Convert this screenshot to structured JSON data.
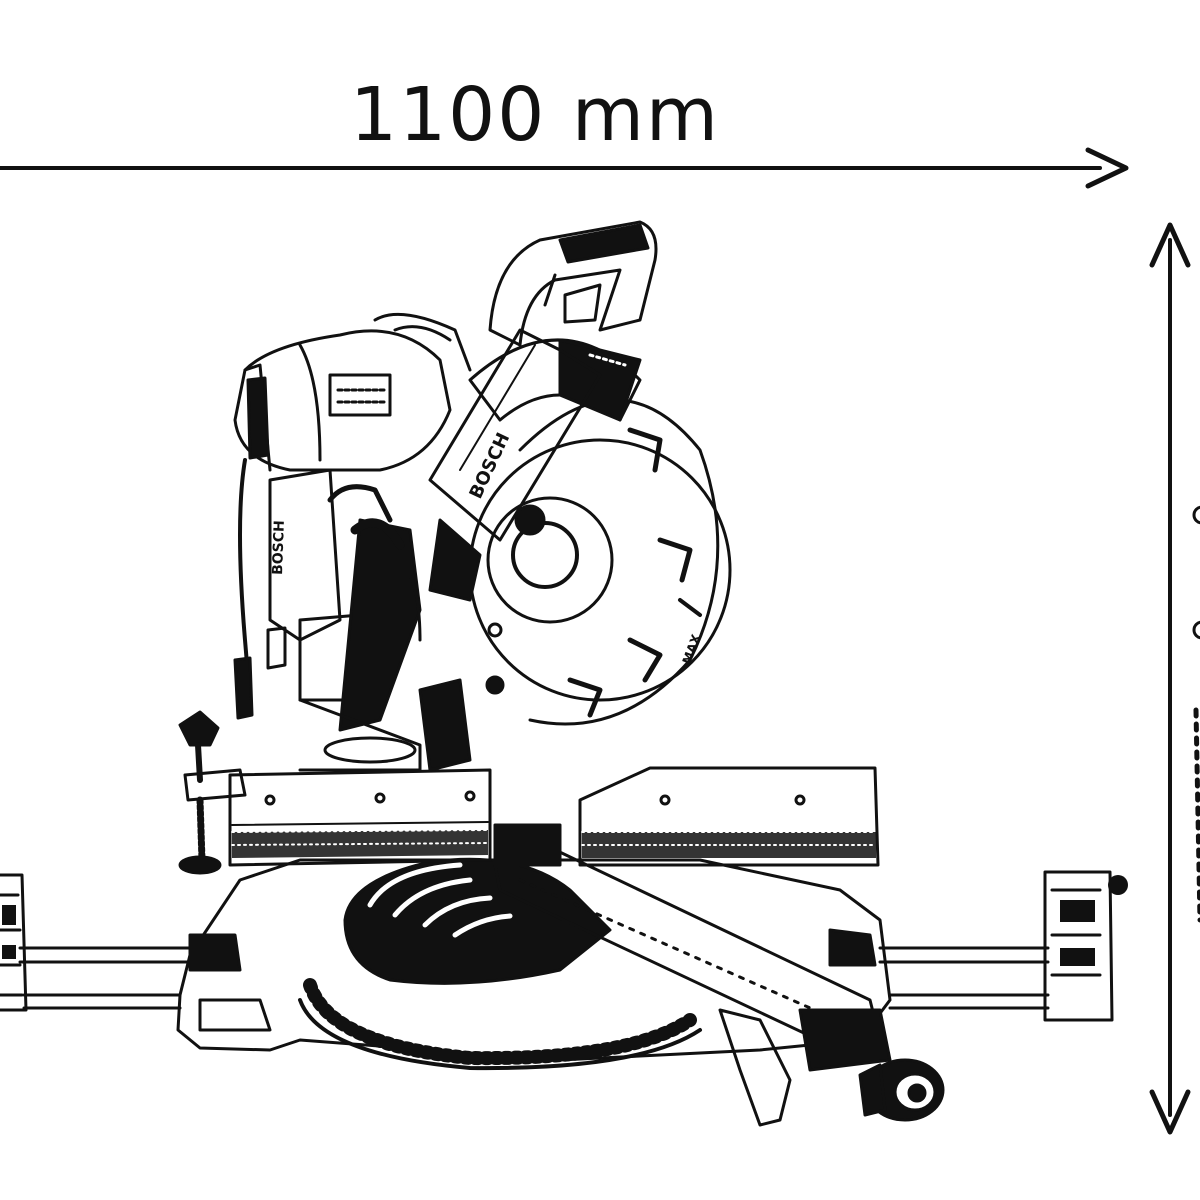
{
  "dimensions": {
    "width_label": "1100 mm"
  },
  "product": {
    "brand_label": "BOSCH",
    "blade_label": "MAX"
  },
  "colors": {
    "ink": "#111111",
    "paper": "#ffffff"
  }
}
